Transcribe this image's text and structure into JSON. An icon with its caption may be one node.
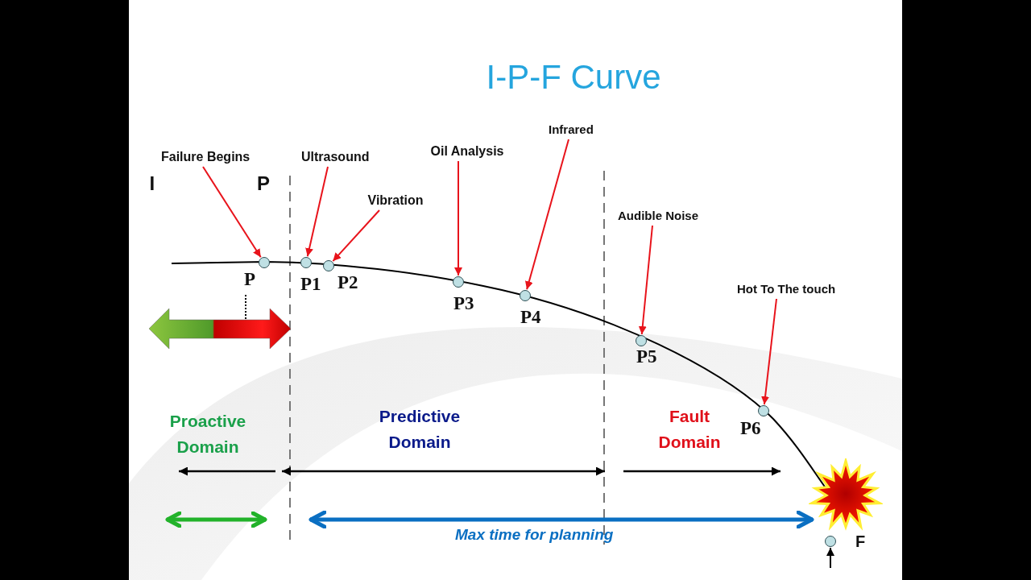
{
  "diagram": {
    "title": "I-P-F Curve",
    "nodes": [
      {
        "text": [
          "Failure Begins"
        ]
      },
      {
        "text": [
          "P"
        ]
      },
      {
        "text": [
          "Ultrasound"
        ]
      },
      {
        "text": [
          "P1"
        ]
      },
      {
        "text": [
          "Vibration"
        ]
      },
      {
        "text": [
          "P2"
        ]
      },
      {
        "text": [
          "Oil Analysis"
        ]
      },
      {
        "text": [
          "P3"
        ]
      },
      {
        "text": [
          "Infrared"
        ]
      },
      {
        "text": [
          "P4"
        ]
      },
      {
        "text": [
          "Audible Noise"
        ]
      },
      {
        "text": [
          "P5"
        ]
      },
      {
        "text": [
          "Hot To The touch"
        ]
      },
      {
        "text": [
          "P6"
        ]
      },
      {
        "text": [
          "F"
        ]
      },
      {
        "text": [],
        "shape": "starburst"
      }
    ],
    "edges": [
      {
        "from": 0,
        "to": 1,
        "arrow": "to"
      },
      {
        "from": 2,
        "to": 3,
        "arrow": "to"
      },
      {
        "from": 4,
        "to": 5,
        "arrow": "to"
      },
      {
        "from": 6,
        "to": 7,
        "arrow": "to"
      },
      {
        "from": 8,
        "to": 9,
        "arrow": "to"
      },
      {
        "from": 10,
        "to": 11,
        "arrow": "to"
      },
      {
        "from": 12,
        "to": 13,
        "arrow": "to"
      },
      {
        "from": null,
        "to": 15,
        "arrow": "both",
        "label": "Max time for planning",
        "style": "thick",
        "color": "#0a6fc2"
      },
      {
        "from": null,
        "to": 14,
        "arrow": "to",
        "color": "#000000"
      }
    ],
    "labels": [
      "I",
      "P",
      "Proactive Domain",
      "Predictive Domain",
      "Fault Domain"
    ]
  }
}
